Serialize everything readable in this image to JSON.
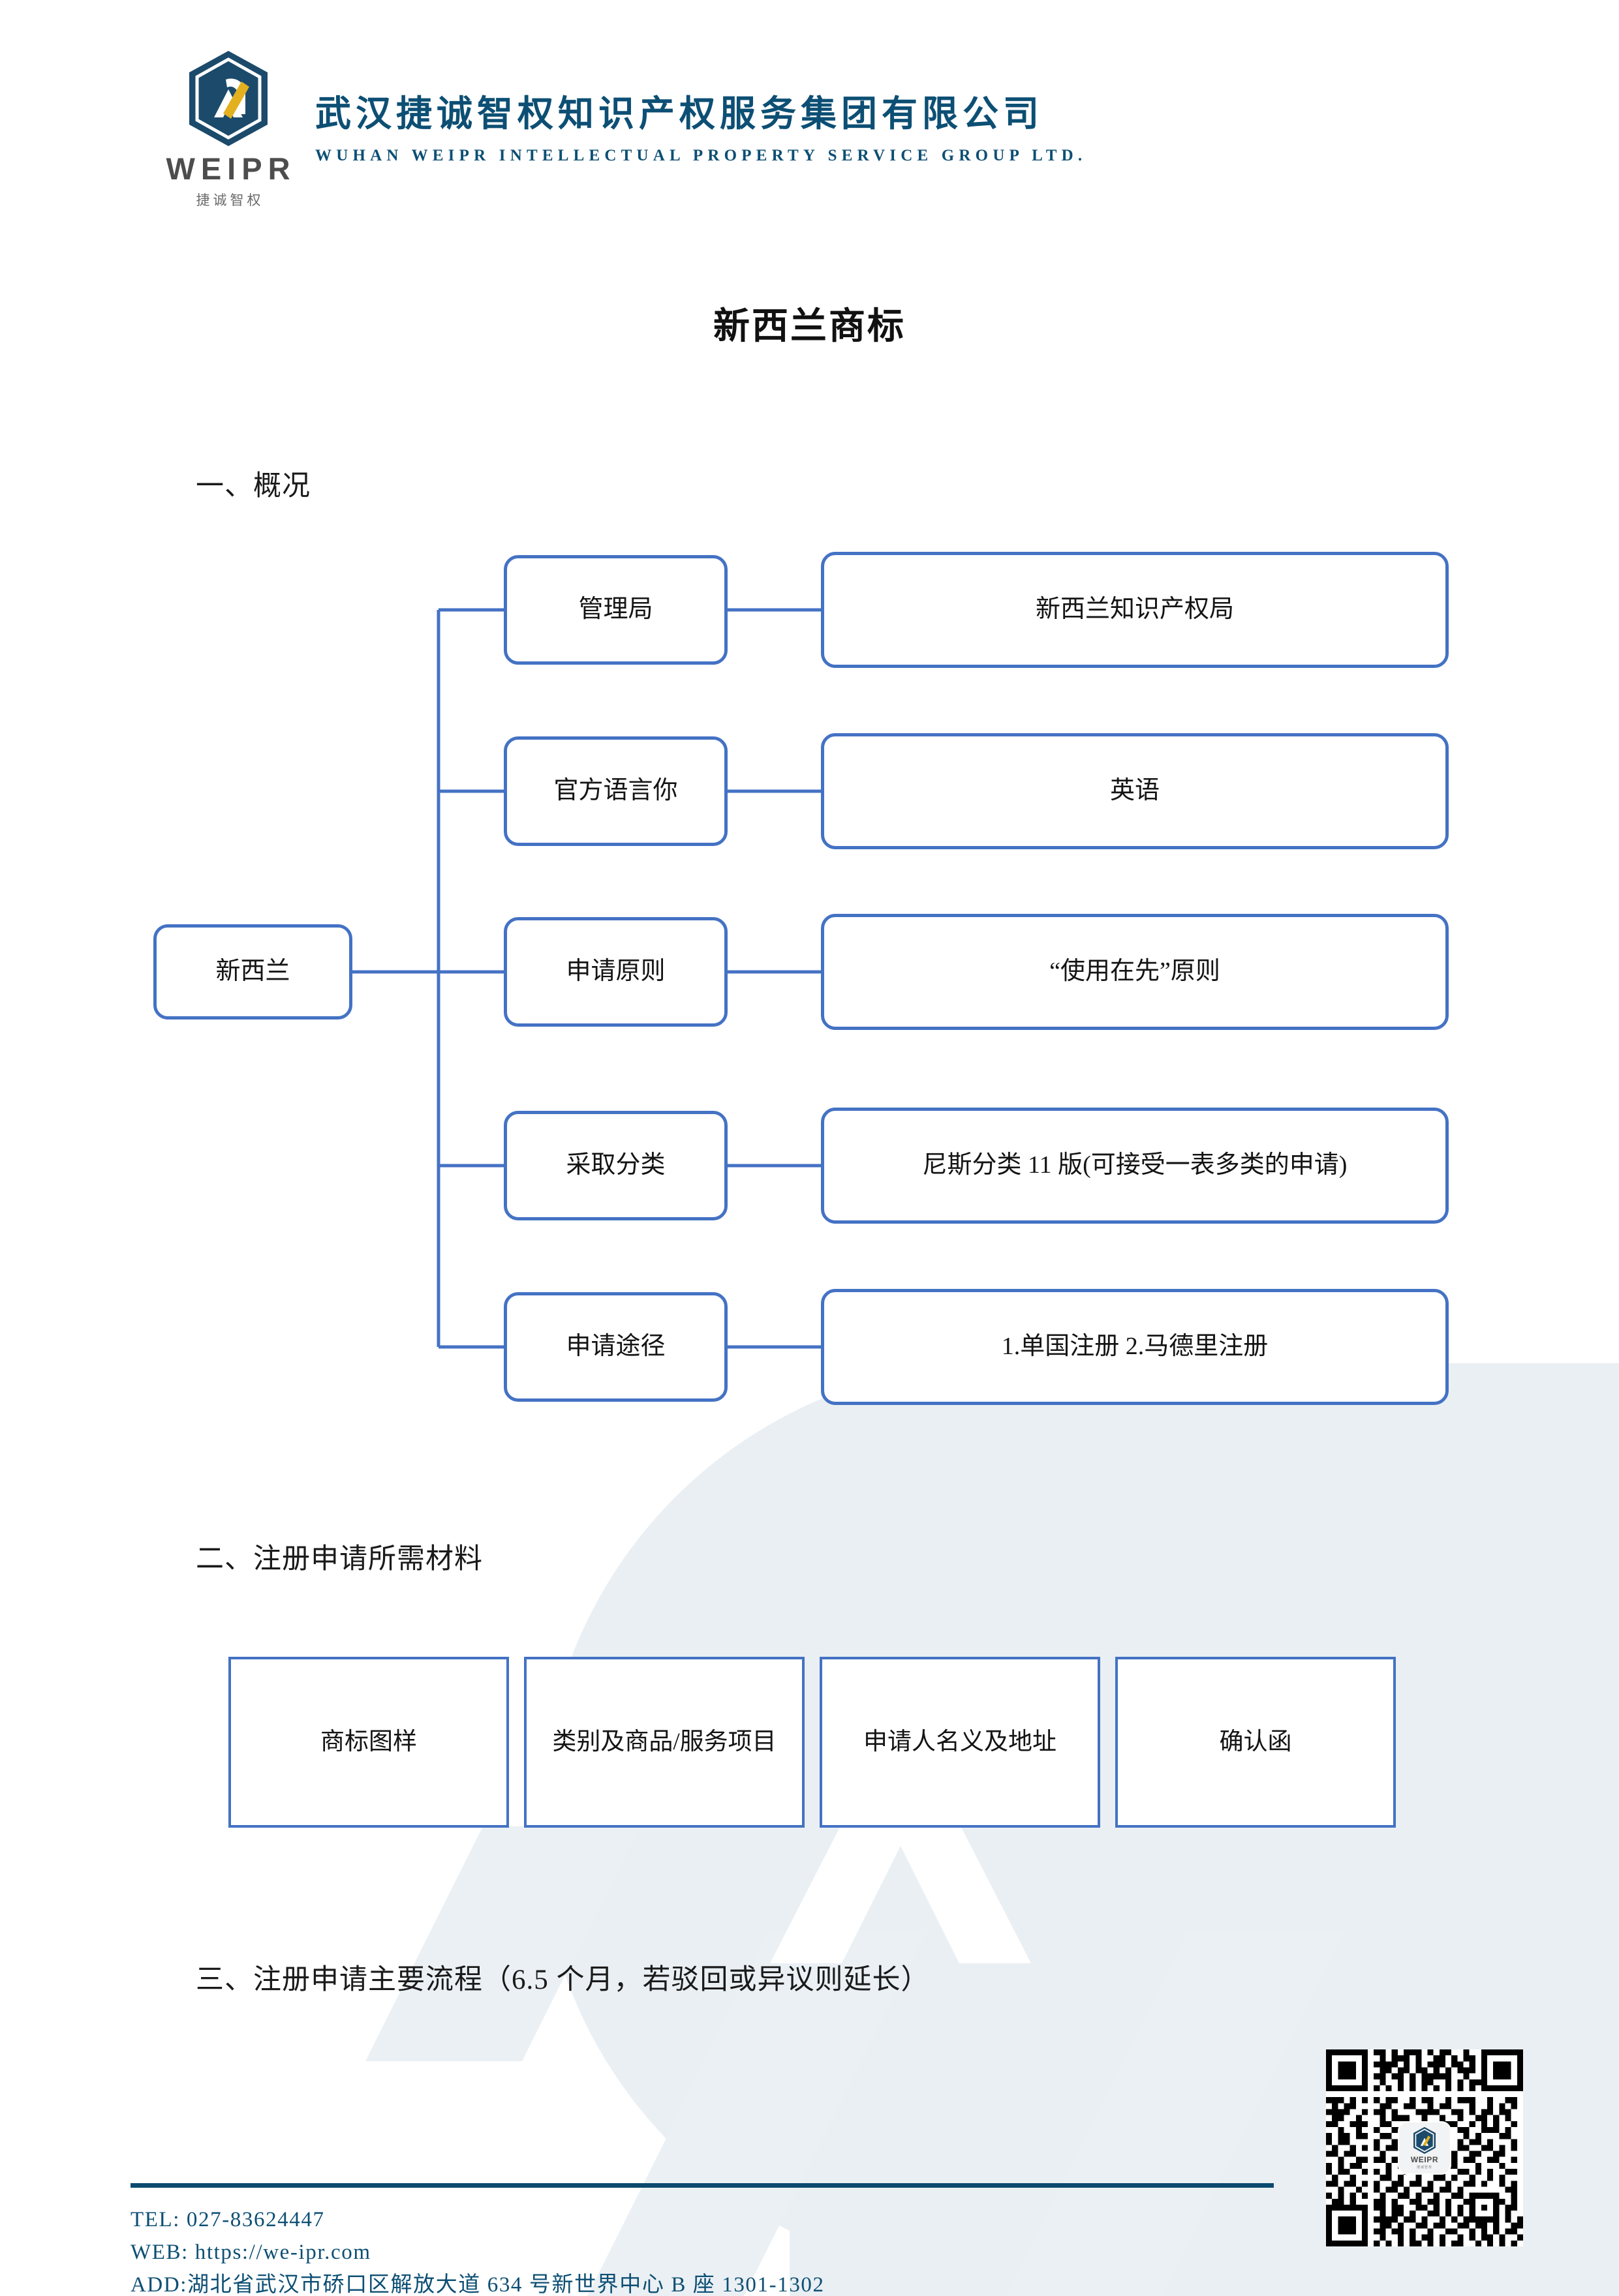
{
  "header": {
    "logo_name": "weipr-logo",
    "logo_wordmark": "WEIPR",
    "logo_subtext": "捷诚智权",
    "company_cn": "武汉捷诚智权知识产权服务集团有限公司",
    "company_en": "WUHAN WEIPR INTELLECTUAL PROPERTY SERVICE GROUP LTD."
  },
  "document": {
    "title": "新西兰商标"
  },
  "sections": {
    "one": "一、概况",
    "two": "二、注册申请所需材料",
    "three": "三、注册申请主要流程（6.5 个月，若驳回或异议则延长）"
  },
  "mindmap": {
    "root": "新西兰",
    "rows": [
      {
        "key": "管理局",
        "value": "新西兰知识产权局"
      },
      {
        "key": "官方语言你",
        "value": "英语"
      },
      {
        "key": "申请原则",
        "value": "“使用在先”原则"
      },
      {
        "key": "采取分类",
        "value": "尼斯分类 11 版(可接受一表多类的申请)"
      },
      {
        "key": "申请途径",
        "value": "1.单国注册 2.马德里注册"
      }
    ]
  },
  "materials": [
    "商标图样",
    "类别及商品/服务项目",
    "申请人名义及地址",
    "确认函"
  ],
  "footer": {
    "tel": "TEL: 027-83624447",
    "web": "WEB: https://we-ipr.com",
    "add": "ADD:湖北省武汉市硚口区解放大道 634 号新世界中心 B 座 1301-1302"
  },
  "colors": {
    "brand_blue": "#0d4f74",
    "diagram_blue": "#4472c4",
    "rule_blue": "#0a4a6e",
    "logo_navy": "#1c4a6b",
    "logo_gold": "#e3b01f",
    "watermark": "#eaeff3"
  }
}
